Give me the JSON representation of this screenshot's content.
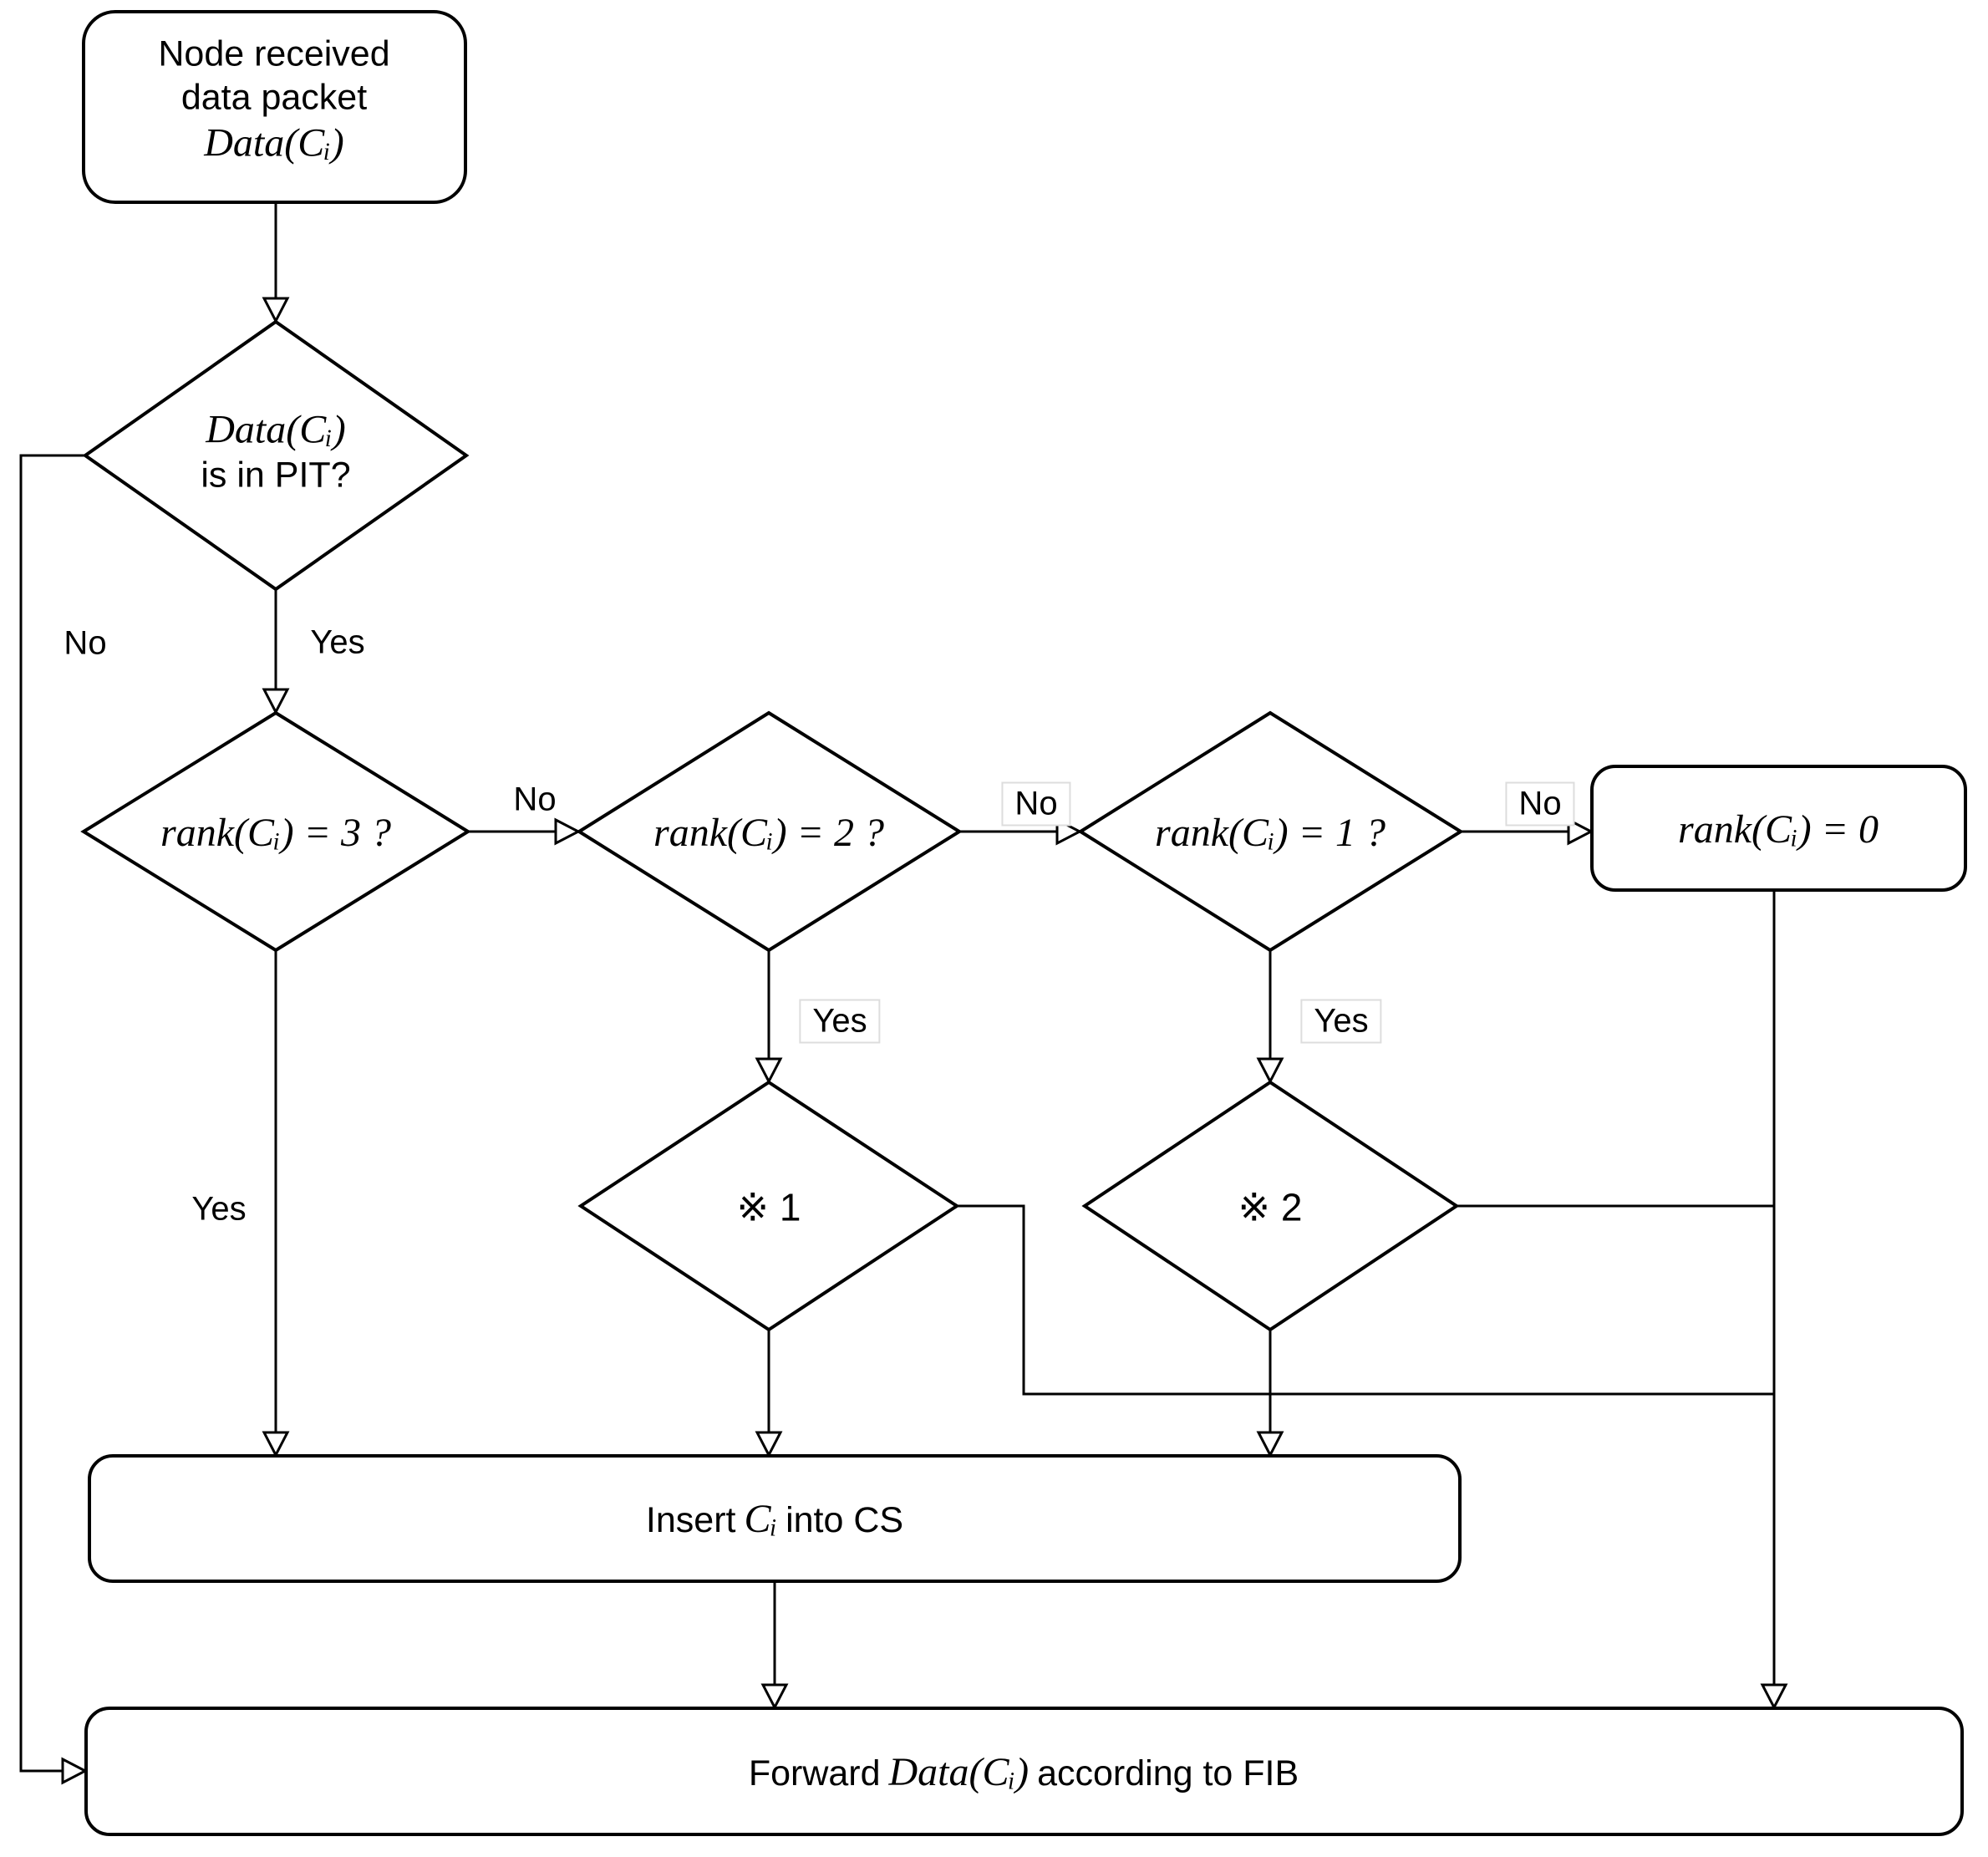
{
  "diagram": {
    "start": {
      "line1": "Node received",
      "line2": "data packet",
      "math": "Data(Cᵢ)"
    },
    "pit": {
      "math": "Data(Cᵢ)",
      "question": "is in PIT?"
    },
    "rank3": {
      "label": "rank(Cᵢ) = 3 ?"
    },
    "rank2": {
      "label": "rank(Cᵢ) = 2 ?"
    },
    "rank1": {
      "label": "rank(Cᵢ) = 1 ?"
    },
    "rank0": {
      "label": "rank(Cᵢ) = 0"
    },
    "star1": {
      "label": "※ 1"
    },
    "star2": {
      "label": "※ 2"
    },
    "insert": {
      "prefix": "Insert",
      "math": "Cᵢ",
      "suffix": "into CS"
    },
    "forward": {
      "prefix": "Forward",
      "math": "Data(Cᵢ)",
      "suffix": "according to FIB"
    },
    "edges": {
      "pit_no": "No",
      "pit_yes": "Yes",
      "rank3_no": "No",
      "rank3_yes": "Yes",
      "rank2_no": "No",
      "rank2_yes": "Yes",
      "rank1_no": "No",
      "rank1_yes": "Yes"
    },
    "colors": {
      "stroke": "#000000",
      "fill": "#ffffff",
      "label_box_border": "#dddddd"
    }
  }
}
